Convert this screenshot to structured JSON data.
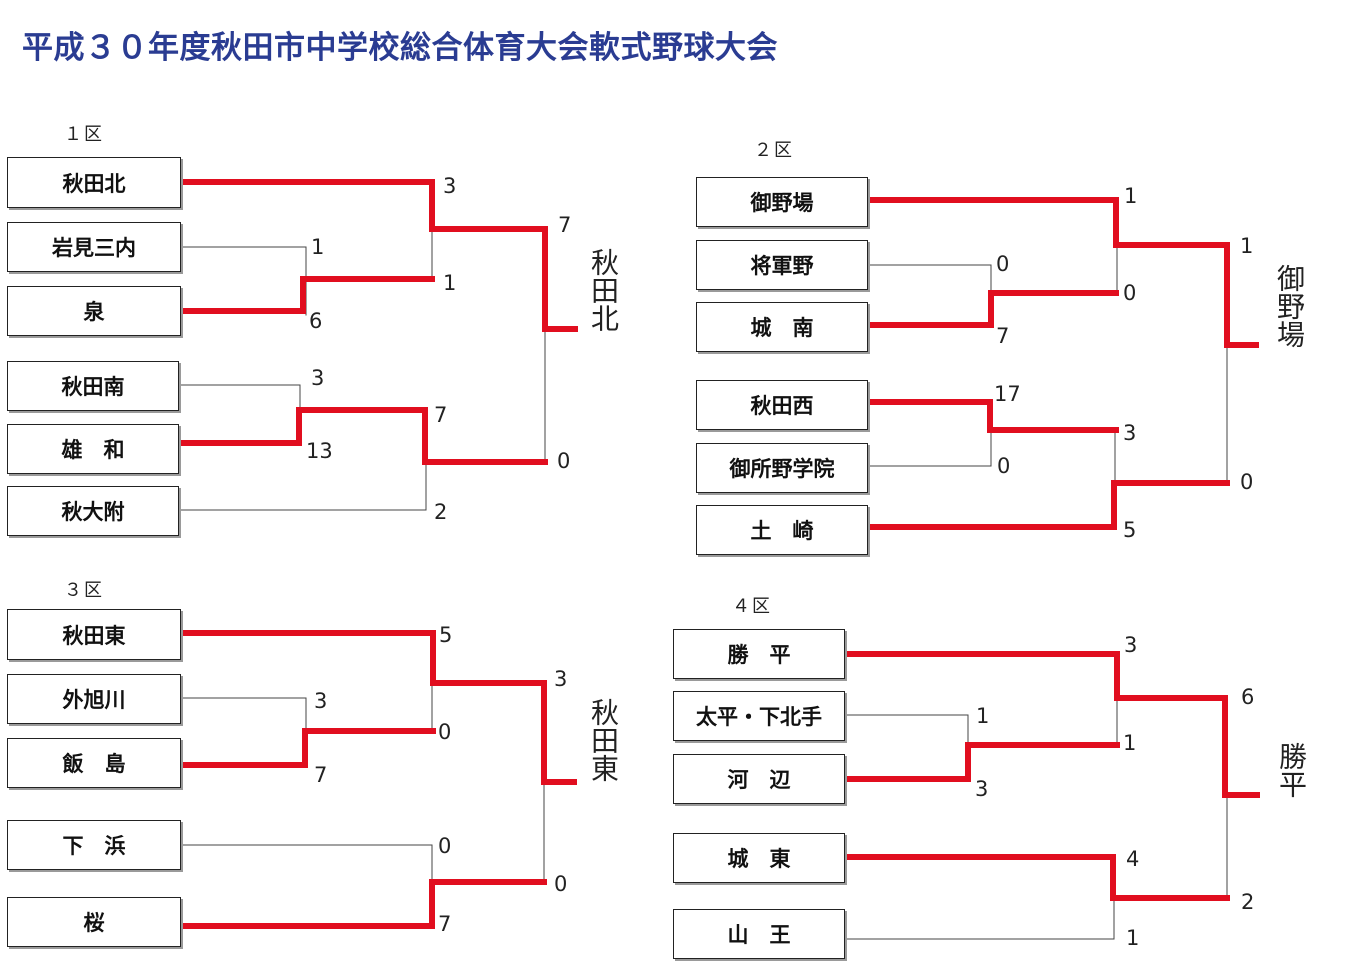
{
  "title": "平成３０年度秋田市中学校総合体育大会軟式野球大会",
  "colors": {
    "title": "#2a3c92",
    "winner_line": "#e10e1f",
    "loser_line": "#444444"
  },
  "districts": [
    {
      "label": "１区",
      "teams": [
        "秋田北",
        "岩見三内",
        "泉",
        "秋田南",
        "雄　和",
        "秋大附"
      ],
      "scores": [
        "3",
        "1",
        "1",
        "6",
        "7",
        "3",
        "7",
        "13",
        "0",
        "2"
      ],
      "champion": "秋田北"
    },
    {
      "label": "２区",
      "teams": [
        "御野場",
        "将軍野",
        "城　南",
        "秋田西",
        "御所野学院",
        "土　崎"
      ],
      "scores": [
        "1",
        "0",
        "0",
        "7",
        "1",
        "17",
        "3",
        "0",
        "0",
        "5"
      ],
      "champion": "御野場"
    },
    {
      "label": "３区",
      "teams": [
        "秋田東",
        "外旭川",
        "飯　島",
        "下　浜",
        "桜"
      ],
      "scores": [
        "5",
        "3",
        "3",
        "0",
        "7",
        "0",
        "0",
        "7"
      ],
      "champion": "秋田東"
    },
    {
      "label": "４区",
      "teams": [
        "勝　平",
        "太平・下北手",
        "河　辺",
        "城　東",
        "山　王"
      ],
      "scores": [
        "3",
        "1",
        "1",
        "3",
        "6",
        "4",
        "2",
        "1"
      ],
      "champion": "勝平"
    }
  ]
}
